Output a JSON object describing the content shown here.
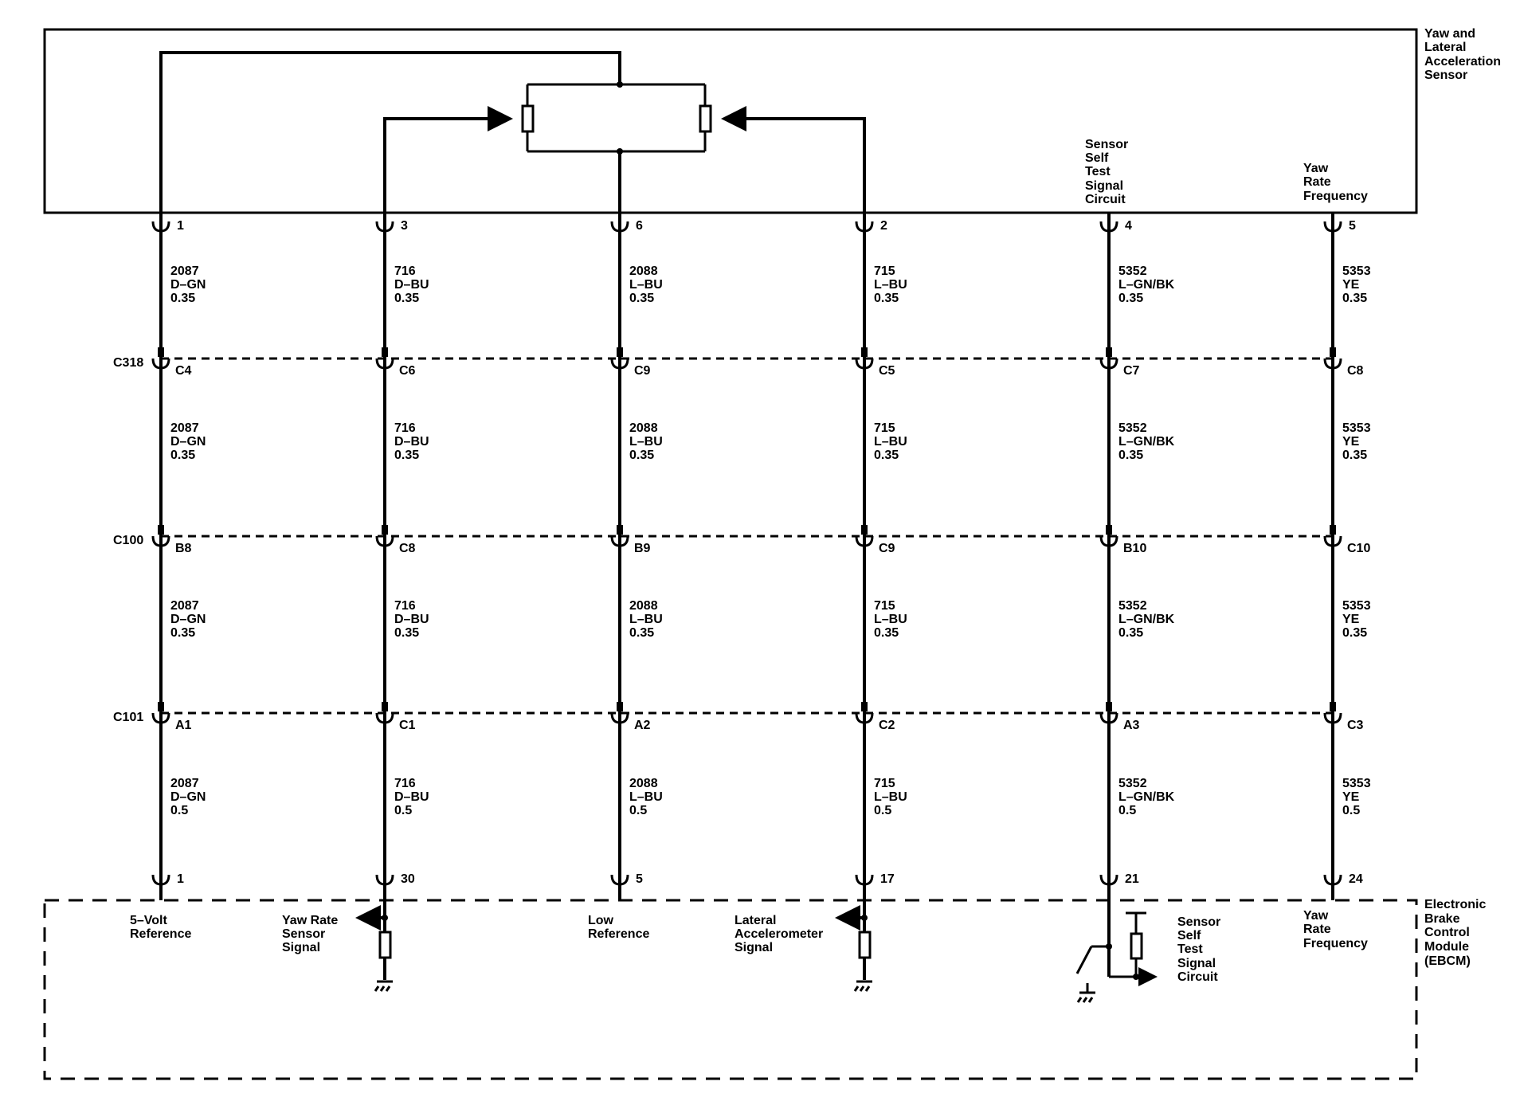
{
  "sensor": {
    "name": [
      "Yaw and",
      "Lateral",
      "Acceleration",
      "Sensor"
    ],
    "pin_labels": {
      "self_test": [
        "Sensor",
        "Self",
        "Test",
        "Signal",
        "Circuit"
      ],
      "yaw_freq": [
        "Yaw",
        "Rate",
        "Frequency"
      ]
    }
  },
  "module": {
    "name": [
      "Electronic",
      "Brake",
      "Control",
      "Module",
      "(EBCM)"
    ],
    "labels": {
      "five_volt": [
        "5–Volt",
        "Reference"
      ],
      "yaw_signal": [
        "Yaw Rate",
        "Sensor",
        "Signal"
      ],
      "low_ref": [
        "Low",
        "Reference"
      ],
      "lat_signal": [
        "Lateral",
        "Accelerometer",
        "Signal"
      ],
      "self_test": [
        "Sensor",
        "Self",
        "Test",
        "Signal",
        "Circuit"
      ],
      "yaw_freq": [
        "Yaw",
        "Rate",
        "Frequency"
      ]
    }
  },
  "connectors": [
    "C318",
    "C100",
    "C101"
  ],
  "circuits": [
    {
      "sensor_pin": "1",
      "pins": [
        "C4",
        "B8",
        "A1"
      ],
      "ebcm_pin": "1",
      "segments": [
        [
          "2087",
          "D–GN",
          "0.35"
        ],
        [
          "2087",
          "D–GN",
          "0.35"
        ],
        [
          "2087",
          "D–GN",
          "0.35"
        ],
        [
          "2087",
          "D–GN",
          "0.5"
        ]
      ]
    },
    {
      "sensor_pin": "3",
      "pins": [
        "C6",
        "C8",
        "C1"
      ],
      "ebcm_pin": "30",
      "segments": [
        [
          "716",
          "D–BU",
          "0.35"
        ],
        [
          "716",
          "D–BU",
          "0.35"
        ],
        [
          "716",
          "D–BU",
          "0.35"
        ],
        [
          "716",
          "D–BU",
          "0.5"
        ]
      ]
    },
    {
      "sensor_pin": "6",
      "pins": [
        "C9",
        "B9",
        "A2"
      ],
      "ebcm_pin": "5",
      "segments": [
        [
          "2088",
          "L–BU",
          "0.35"
        ],
        [
          "2088",
          "L–BU",
          "0.35"
        ],
        [
          "2088",
          "L–BU",
          "0.35"
        ],
        [
          "2088",
          "L–BU",
          "0.5"
        ]
      ]
    },
    {
      "sensor_pin": "2",
      "pins": [
        "C5",
        "C9",
        "C2"
      ],
      "ebcm_pin": "17",
      "segments": [
        [
          "715",
          "L–BU",
          "0.35"
        ],
        [
          "715",
          "L–BU",
          "0.35"
        ],
        [
          "715",
          "L–BU",
          "0.35"
        ],
        [
          "715",
          "L–BU",
          "0.5"
        ]
      ]
    },
    {
      "sensor_pin": "4",
      "pins": [
        "C7",
        "B10",
        "A3"
      ],
      "ebcm_pin": "21",
      "segments": [
        [
          "5352",
          "L–GN/BK",
          "0.35"
        ],
        [
          "5352",
          "L–GN/BK",
          "0.35"
        ],
        [
          "5352",
          "L–GN/BK",
          "0.35"
        ],
        [
          "5352",
          "L–GN/BK",
          "0.5"
        ]
      ]
    },
    {
      "sensor_pin": "5",
      "pins": [
        "C8",
        "C10",
        "C3"
      ],
      "ebcm_pin": "24",
      "segments": [
        [
          "5353",
          "YE",
          "0.35"
        ],
        [
          "5353",
          "YE",
          "0.35"
        ],
        [
          "5353",
          "YE",
          "0.35"
        ],
        [
          "5353",
          "YE",
          "0.5"
        ]
      ]
    }
  ]
}
